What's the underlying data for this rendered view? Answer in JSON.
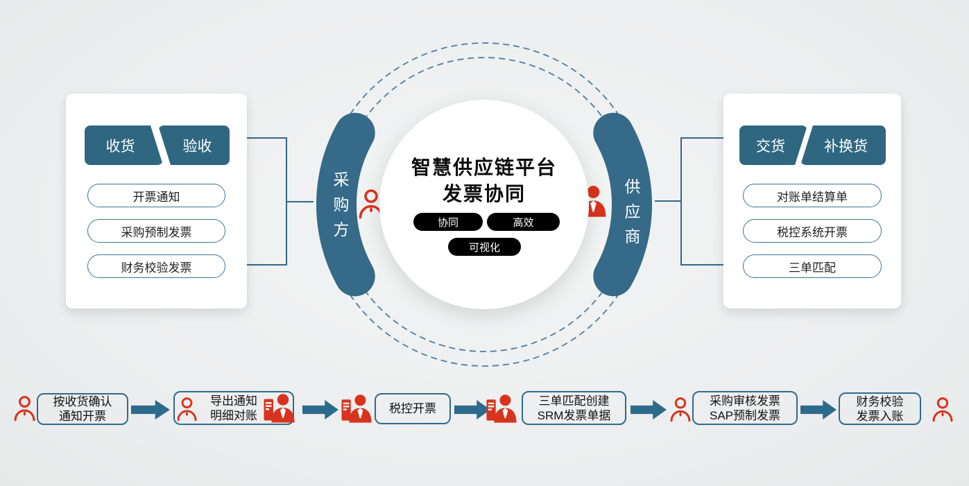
{
  "colors": {
    "teal": "#356a88",
    "teal_dark": "#2f6781",
    "red": "#d8341d",
    "arrow_blue": "#2d6b8c",
    "pill_border": "#3d7396",
    "badge_bg": "#000000",
    "background": "#eef0f0",
    "card_bg": "#ffffff",
    "text_dark": "#111111"
  },
  "center": {
    "title_line1": "智慧供应链平台",
    "title_line2": "发票协同",
    "badges": [
      "协同",
      "高效",
      "可视化"
    ]
  },
  "buyer_side": {
    "arc_label": "采购方",
    "tabs": [
      "收货",
      "验收"
    ],
    "items": [
      "开票通知",
      "采购预制发票",
      "财务校验发票"
    ]
  },
  "supplier_side": {
    "arc_label": "供应商",
    "tabs": [
      "交货",
      "补换货"
    ],
    "items": [
      "对账单结算单",
      "税控系统开票",
      "三单匹配"
    ]
  },
  "flow_steps": [
    {
      "label": "按收货确认\n通知开票",
      "actor": "buyer"
    },
    {
      "label": "导出通知\n明细对账",
      "actor": "buyer-supplier"
    },
    {
      "label": "税控开票",
      "actor": "supplier"
    },
    {
      "label": "三单匹配创建\nSRM发票单据",
      "actor": "supplier"
    },
    {
      "label": "采购审核发票\nSAP预制发票",
      "actor": "buyer"
    },
    {
      "label": "财务校验\n发票入账",
      "actor": "buyer"
    }
  ]
}
